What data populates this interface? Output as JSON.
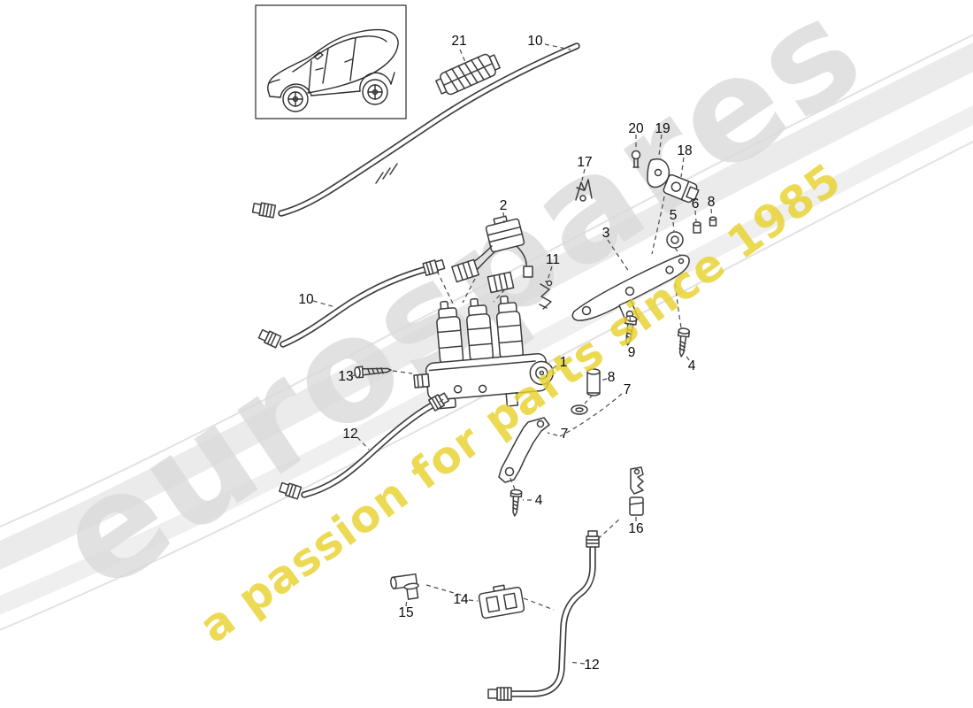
{
  "watermark": {
    "brand": "eurospares",
    "tagline": "a passion for parts since 1985",
    "brand_color": "#dadada",
    "tagline_color": "#e8d22e"
  },
  "callouts": [
    {
      "label": "21"
    },
    {
      "label": "10"
    },
    {
      "label": "20"
    },
    {
      "label": "19"
    },
    {
      "label": "18"
    },
    {
      "label": "17"
    },
    {
      "label": "2"
    },
    {
      "label": "11"
    },
    {
      "label": "3"
    },
    {
      "label": "5"
    },
    {
      "label": "6"
    },
    {
      "label": "8"
    },
    {
      "label": "9"
    },
    {
      "label": "4"
    },
    {
      "label": "10"
    },
    {
      "label": "13"
    },
    {
      "label": "1"
    },
    {
      "label": "8"
    },
    {
      "label": "7"
    },
    {
      "label": "7"
    },
    {
      "label": "4"
    },
    {
      "label": "12"
    },
    {
      "label": "16"
    },
    {
      "label": "15"
    },
    {
      "label": "14"
    },
    {
      "label": "12"
    }
  ]
}
